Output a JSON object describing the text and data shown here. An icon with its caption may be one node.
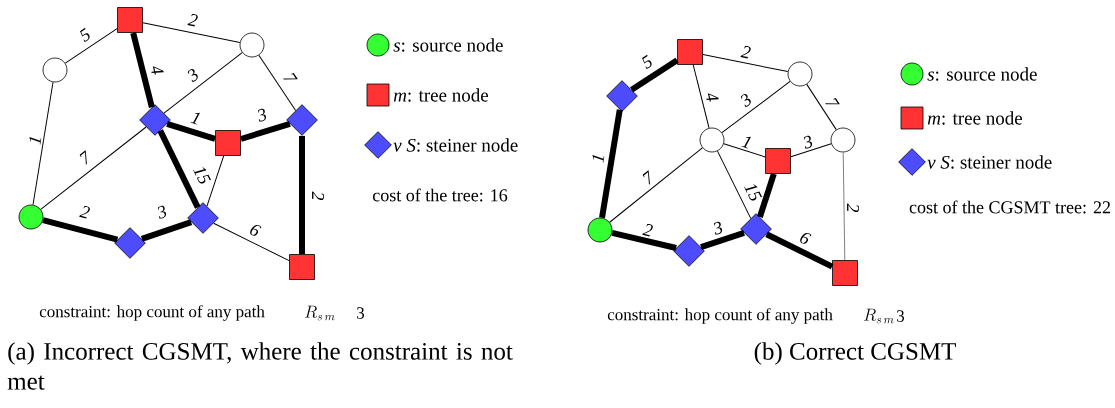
{
  "diagram": {
    "nodes": [
      {
        "text": [],
        "shape": "circle"
      },
      {
        "text": [],
        "shape": "circle"
      },
      {
        "text": [],
        "shape": "box"
      },
      {
        "text": [],
        "shape": "circle"
      },
      {
        "text": [],
        "shape": "diamond"
      },
      {
        "text": [],
        "shape": "box"
      },
      {
        "text": [],
        "shape": "diamond"
      },
      {
        "text": [],
        "shape": "diamond"
      },
      {
        "text": [],
        "shape": "diamond"
      },
      {
        "text": [],
        "shape": "box"
      },
      {
        "text": [],
        "shape": "circle"
      },
      {
        "text": [],
        "shape": "diamond"
      },
      {
        "text": [],
        "shape": "box"
      },
      {
        "text": [],
        "shape": "circle"
      },
      {
        "text": [],
        "shape": "circle"
      },
      {
        "text": [],
        "shape": "box"
      },
      {
        "text": [],
        "shape": "circle"
      },
      {
        "text": [],
        "shape": "diamond"
      },
      {
        "text": [],
        "shape": "diamond"
      },
      {
        "text": [],
        "shape": "box"
      }
    ],
    "edges": [
      {
        "from": 0,
        "to": 1,
        "arrow": "none",
        "label": "1"
      },
      {
        "from": 1,
        "to": 2,
        "arrow": "none",
        "label": "5"
      },
      {
        "from": 2,
        "to": 3,
        "arrow": "none",
        "label": "2"
      },
      {
        "from": 2,
        "to": 4,
        "arrow": "none",
        "label": "4",
        "style": "thick"
      },
      {
        "from": 4,
        "to": 3,
        "arrow": "none",
        "label": "3"
      },
      {
        "from": 3,
        "to": 6,
        "arrow": "none",
        "label": "7"
      },
      {
        "from": 4,
        "to": 5,
        "arrow": "none",
        "label": "1",
        "style": "thick"
      },
      {
        "from": 5,
        "to": 6,
        "arrow": "none",
        "label": "3",
        "style": "thick"
      },
      {
        "from": 4,
        "to": 8,
        "arrow": "none",
        "label": "15",
        "style": "thick"
      },
      {
        "from": 5,
        "to": 8,
        "arrow": "none"
      },
      {
        "from": 6,
        "to": 9,
        "arrow": "none",
        "label": "2",
        "style": "thick"
      },
      {
        "from": 0,
        "to": 4,
        "arrow": "none",
        "label": "7"
      },
      {
        "from": 0,
        "to": 7,
        "arrow": "none",
        "label": "2",
        "style": "thick"
      },
      {
        "from": 7,
        "to": 8,
        "arrow": "none",
        "label": "3",
        "style": "thick"
      },
      {
        "from": 8,
        "to": 9,
        "arrow": "none",
        "label": "6"
      },
      {
        "from": 10,
        "to": 11,
        "arrow": "none",
        "label": "1",
        "style": "thick"
      },
      {
        "from": 11,
        "to": 12,
        "arrow": "none",
        "label": "5",
        "style": "thick"
      },
      {
        "from": 12,
        "to": 13,
        "arrow": "none",
        "label": "2"
      },
      {
        "from": 12,
        "to": 14,
        "arrow": "none",
        "label": "4"
      },
      {
        "from": 14,
        "to": 13,
        "arrow": "none",
        "label": "3"
      },
      {
        "from": 13,
        "to": 16,
        "arrow": "none",
        "label": "7"
      },
      {
        "from": 14,
        "to": 15,
        "arrow": "none",
        "label": "1"
      },
      {
        "from": 15,
        "to": 16,
        "arrow": "none",
        "label": "3"
      },
      {
        "from": 14,
        "to": 18,
        "arrow": "none",
        "label": "15"
      },
      {
        "from": 15,
        "to": 18,
        "arrow": "none",
        "style": "thick"
      },
      {
        "from": 16,
        "to": 19,
        "arrow": "none",
        "label": "2",
        "color": "#808080"
      },
      {
        "from": 10,
        "to": 14,
        "arrow": "none",
        "label": "7"
      },
      {
        "from": 10,
        "to": 17,
        "arrow": "none",
        "label": "2",
        "style": "thick"
      },
      {
        "from": 17,
        "to": 18,
        "arrow": "none",
        "label": "3",
        "style": "thick"
      },
      {
        "from": 18,
        "to": 19,
        "arrow": "none",
        "label": "6",
        "style": "thick"
      }
    ],
    "labels": [
      "cost of the tree: 16",
      "cost of the CGSMT tree: 22",
      "constraint: hop count of any path",
      "R_{s\\,m}",
      "3",
      "constraint: hop count of any path",
      "R_{s\\,m}",
      "3",
      "(a) Incorrect CGSMT, where the constraint is not met",
      "(b) Correct CGSMT"
    ],
    "legend": [
      {
        "text": "*s*: source node"
      },
      {
        "text": "*m*: tree node"
      },
      {
        "text": "*v* *S*: steiner node"
      },
      {
        "text": "*s*: source node"
      },
      {
        "text": "*m*: tree node"
      },
      {
        "text": "*v* *S*: steiner node"
      }
    ]
  }
}
